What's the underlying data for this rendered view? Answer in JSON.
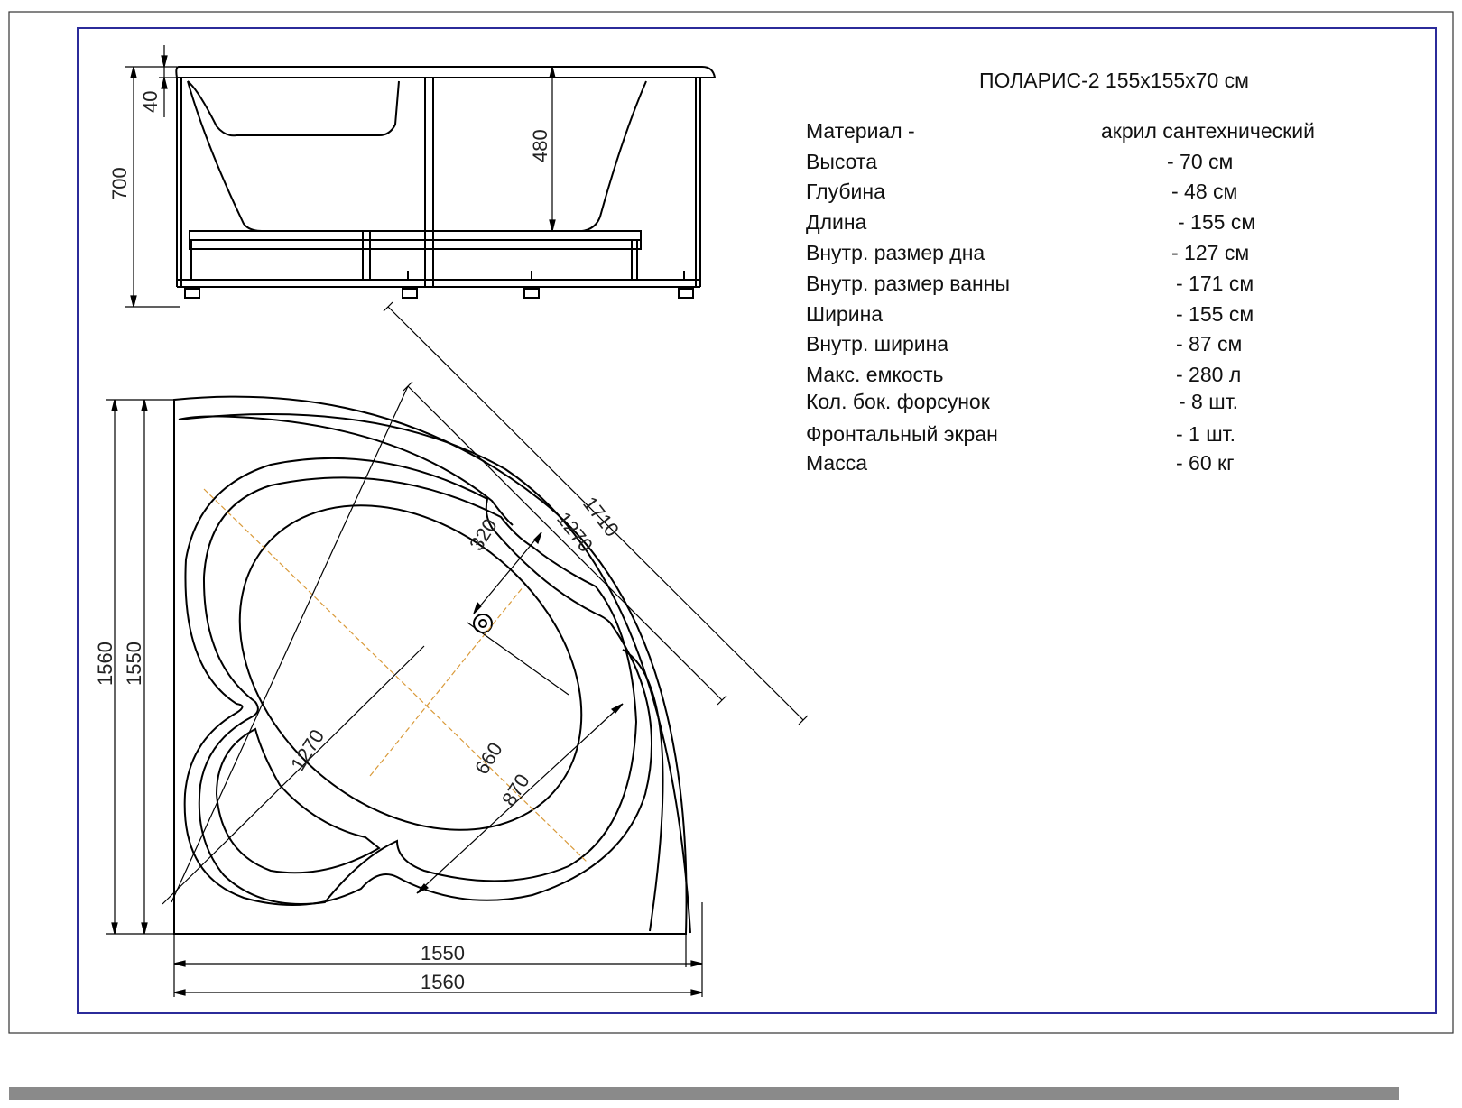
{
  "drawing": {
    "title": "ПОЛАРИС-2 155x155x70 см",
    "side_view_dims": {
      "rim": "40",
      "height": "700",
      "depth": "480"
    },
    "top_view_dims": {
      "diagonal_outer": "1710",
      "diagonal_inner": "1270",
      "seat": "320",
      "length_bottom": "1270",
      "bowl_width": "660",
      "inner_width": "870",
      "width_inner": "1550",
      "width_outer": "1560",
      "height_inner": "1550",
      "height_outer": "1560"
    },
    "accent_color": "#d99a3a",
    "line_color": "#000000",
    "frame_color": "#2b2b9a"
  },
  "specs": [
    {
      "label": "Материал -",
      "value": "акрил сантехнический"
    },
    {
      "label": "Высота",
      "value": "- 70 см"
    },
    {
      "label": "Глубина",
      "value": "- 48 см"
    },
    {
      "label": "Длина",
      "value": "- 155 см"
    },
    {
      "label": "Внутр. размер дна",
      "value": "- 127 см"
    },
    {
      "label": "Внутр. размер ванны",
      "value": "- 171 см"
    },
    {
      "label": "Ширина",
      "value": "- 155 см"
    },
    {
      "label": "Внутр. ширина",
      "value": "- 87 см"
    },
    {
      "label": "Макс. емкость",
      "value": "- 280 л"
    },
    {
      "label": "Кол. бок. форсунок",
      "value": "- 8 шт."
    },
    {
      "label": "Фронтальный экран",
      "value": "- 1 шт."
    },
    {
      "label": "Масса",
      "value": "- 60 кг"
    }
  ]
}
